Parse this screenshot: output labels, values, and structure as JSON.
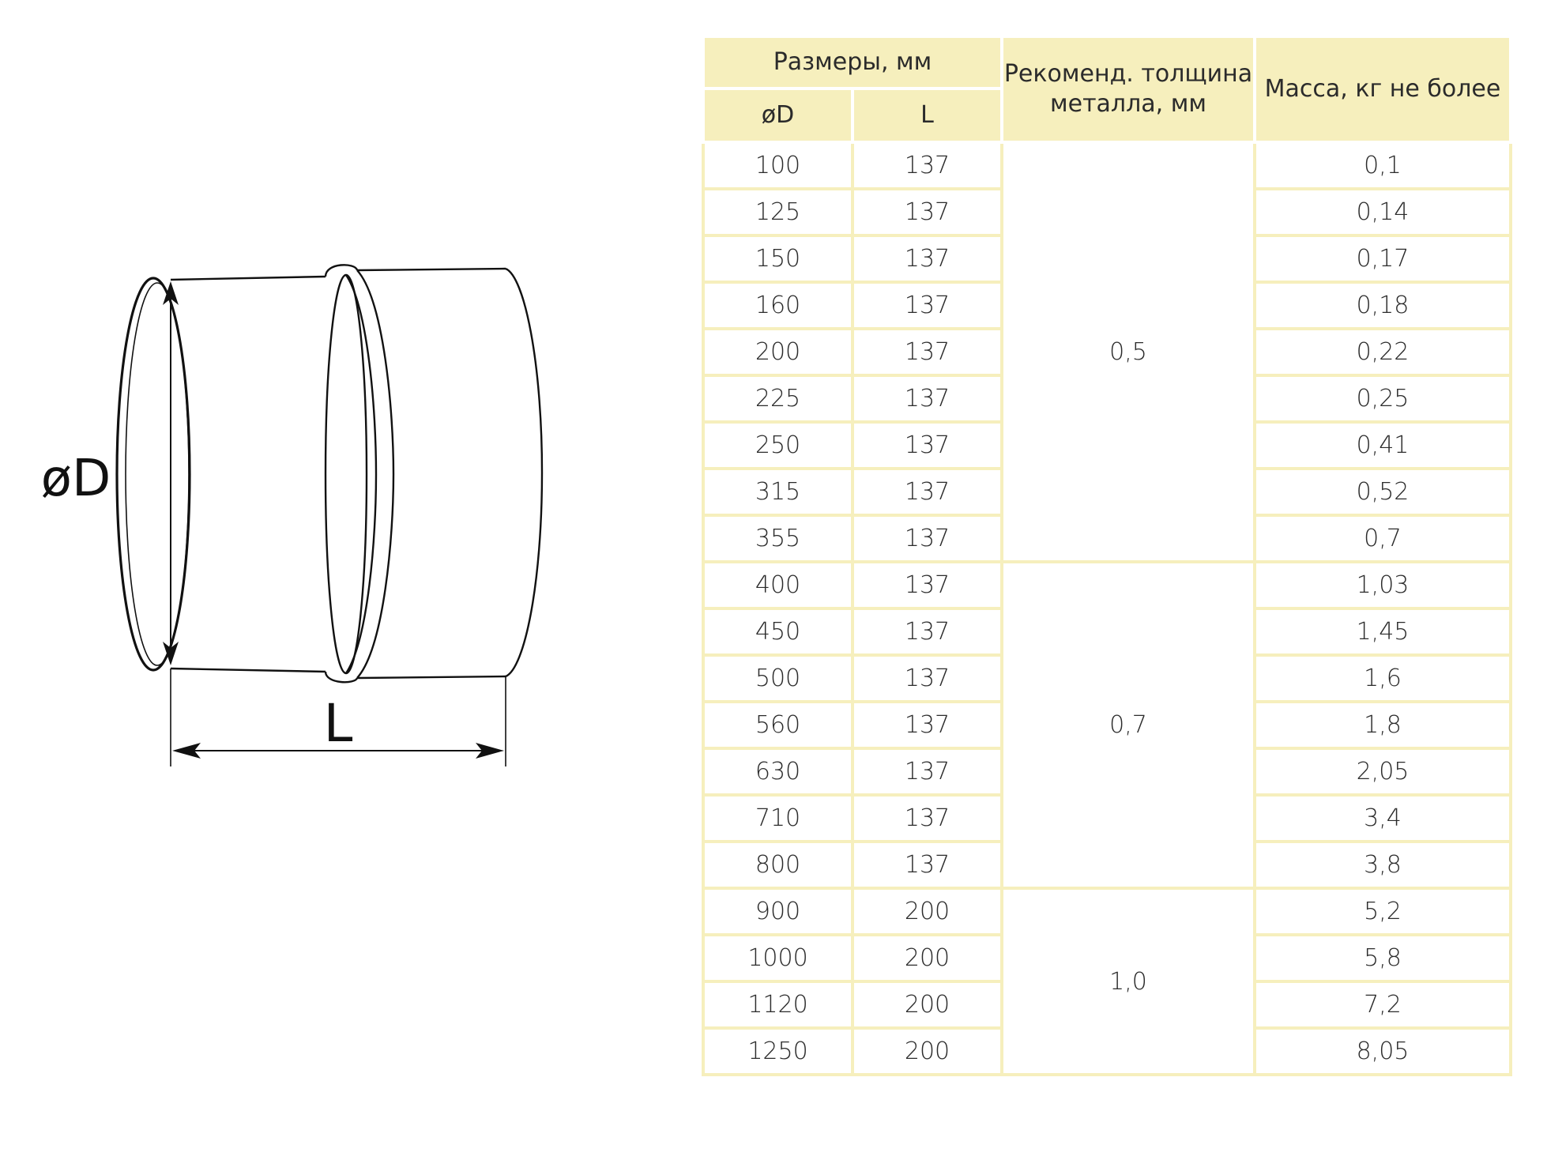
{
  "drawing": {
    "diameter_label": "øD",
    "length_label": "L"
  },
  "table": {
    "header": {
      "dimensions": "Размеры, мм",
      "diameter": "øD",
      "length": "L",
      "thickness": "Рекоменд. толщина металла, мм",
      "mass": "Масса, кг не более"
    },
    "groups": [
      {
        "thickness": "0,5",
        "rows": [
          {
            "d": "100",
            "l": "137",
            "mass": "0,1"
          },
          {
            "d": "125",
            "l": "137",
            "mass": "0,14"
          },
          {
            "d": "150",
            "l": "137",
            "mass": "0,17"
          },
          {
            "d": "160",
            "l": "137",
            "mass": "0,18"
          },
          {
            "d": "200",
            "l": "137",
            "mass": "0,22"
          },
          {
            "d": "225",
            "l": "137",
            "mass": "0,25"
          },
          {
            "d": "250",
            "l": "137",
            "mass": "0,41"
          },
          {
            "d": "315",
            "l": "137",
            "mass": "0,52"
          },
          {
            "d": "355",
            "l": "137",
            "mass": "0,7"
          }
        ]
      },
      {
        "thickness": "0,7",
        "rows": [
          {
            "d": "400",
            "l": "137",
            "mass": "1,03"
          },
          {
            "d": "450",
            "l": "137",
            "mass": "1,45"
          },
          {
            "d": "500",
            "l": "137",
            "mass": "1,6"
          },
          {
            "d": "560",
            "l": "137",
            "mass": "1,8"
          },
          {
            "d": "630",
            "l": "137",
            "mass": "2,05"
          },
          {
            "d": "710",
            "l": "137",
            "mass": "3,4"
          },
          {
            "d": "800",
            "l": "137",
            "mass": "3,8"
          }
        ]
      },
      {
        "thickness": "1,0",
        "rows": [
          {
            "d": "900",
            "l": "200",
            "mass": "5,2"
          },
          {
            "d": "1000",
            "l": "200",
            "mass": "5,8"
          },
          {
            "d": "1120",
            "l": "200",
            "mass": "7,2"
          },
          {
            "d": "1250",
            "l": "200",
            "mass": "8,05"
          }
        ]
      }
    ]
  }
}
